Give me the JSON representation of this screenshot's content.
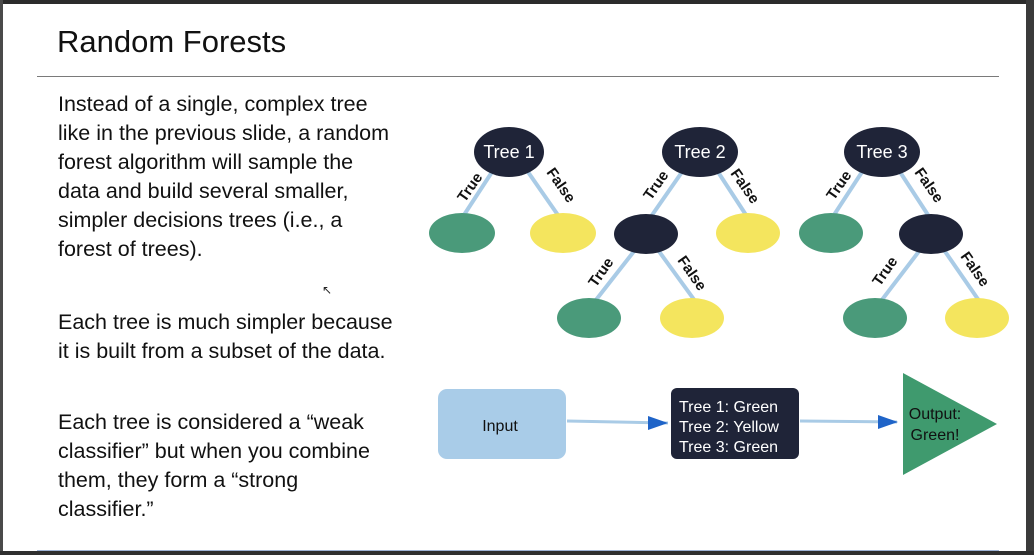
{
  "slide": {
    "title": "Random Forests",
    "paragraphs": [
      "Instead of a single, complex tree like in the previous slide, a random forest algorithm will sample the data and build several smaller, simpler decisions trees (i.e., a forest of trees).",
      "Each tree is much simpler because it is built from a subset of the data.",
      "Each tree is considered a “weak classifier” but when you combine them, they form a “strong classifier.”"
    ]
  },
  "colors": {
    "node_dark": "#1f2438",
    "leaf_green": "#4a9a7a",
    "leaf_yellow": "#f4e55e",
    "edge": "#a9cbe6",
    "input_box": "#a9cce8",
    "output_triangle": "#3f9a6e",
    "arrow": "#1f64c8"
  },
  "trees": [
    {
      "label": "Tree 1",
      "true_label": "True",
      "false_label": "False"
    },
    {
      "label": "Tree 2",
      "true_label": "True",
      "false_label": "False",
      "sub_true_label": "True",
      "sub_false_label": "False"
    },
    {
      "label": "Tree 3",
      "true_label": "True",
      "false_label": "False",
      "sub_true_label": "True",
      "sub_false_label": "False"
    }
  ],
  "flow": {
    "input_label": "Input",
    "results": [
      "Tree 1: Green",
      "Tree 2: Yellow",
      "Tree 3: Green"
    ],
    "output_line1": "Output:",
    "output_line2": "Green!"
  }
}
